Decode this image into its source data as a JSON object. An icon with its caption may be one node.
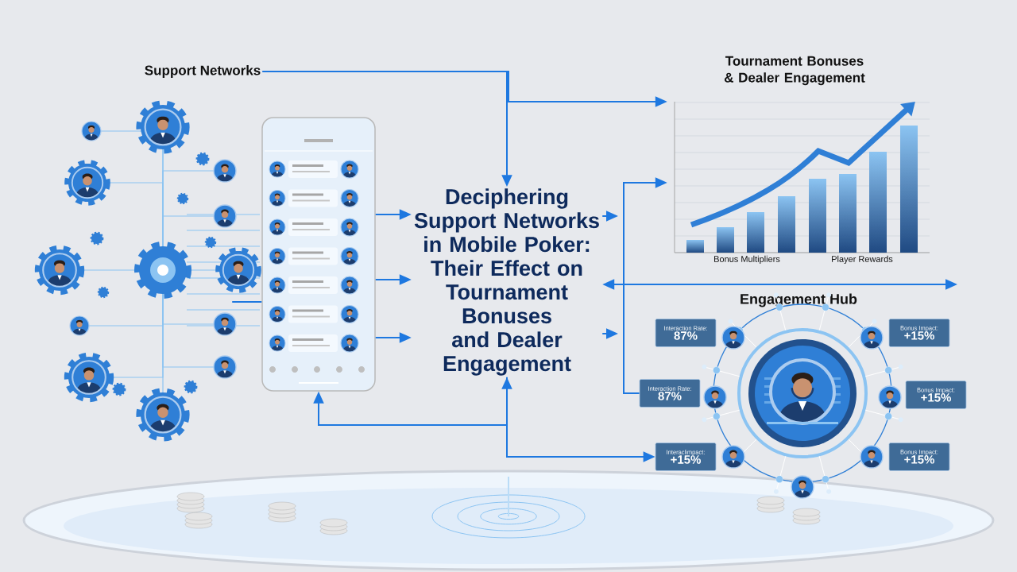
{
  "diagram": {
    "nodes": [
      {
        "text": [
          "Support Networks"
        ]
      },
      {
        "text": [],
        "shape": "picture"
      },
      {
        "text": [],
        "shape": "picture"
      },
      {
        "text": [
          "Deciphering Support Networks in Mobile Poker: Their Effect on Tournament Bonuses and Dealer Engagement"
        ]
      },
      {
        "text": [
          "Tournament Bonuses & Dealer Engagement",
          "Bonus Multipliers",
          "Player Rewards"
        ]
      },
      {
        "text": [
          "Engagement Hub"
        ]
      },
      {
        "text": [
          "Interaction Rate:",
          "87%"
        ]
      },
      {
        "text": [
          "Bonus Impact:",
          "+15%"
        ]
      },
      {
        "text": [
          "Interaction Rate:",
          "87%"
        ]
      },
      {
        "text": [
          "Bonus Impact:",
          "+15%"
        ]
      },
      {
        "text": [
          "Interaclimpact:",
          "+15%"
        ]
      },
      {
        "text": [
          "Bonus Impact:",
          "+15%"
        ]
      }
    ],
    "edges": [
      {
        "from": 0,
        "to": 3,
        "arrow": "to"
      },
      {
        "from": 0,
        "to": 4,
        "arrow": "to"
      },
      {
        "from": 2,
        "to": 3,
        "arrow": "to"
      },
      {
        "from": 2,
        "to": 3,
        "arrow": "to"
      },
      {
        "from": 2,
        "to": 3,
        "arrow": "to"
      },
      {
        "from": 8,
        "to": 4,
        "arrow": "to"
      },
      {
        "from": 3,
        "to": null,
        "arrow": "to"
      },
      {
        "from": 3,
        "to": null,
        "arrow": "to"
      },
      {
        "from": 3,
        "to": null,
        "arrow": "both"
      },
      {
        "from": 3,
        "to": 2,
        "arrow": "to"
      },
      {
        "from": 3,
        "to": 10,
        "arrow": "both"
      },
      {
        "from": 1,
        "to": 2,
        "arrow": "none"
      }
    ]
  }
}
